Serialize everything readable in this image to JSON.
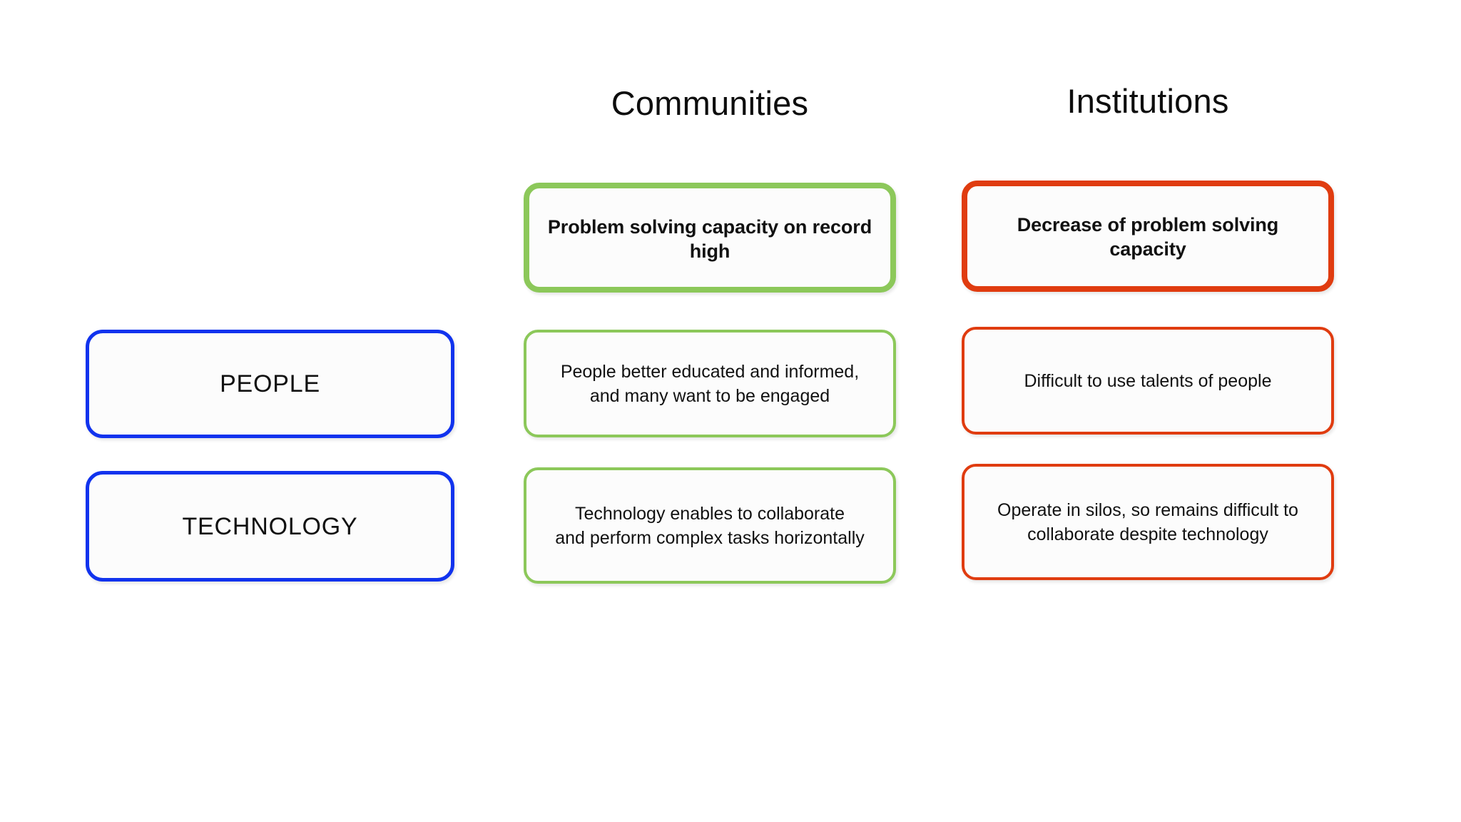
{
  "columns": {
    "labels": {
      "title": ""
    },
    "communities": {
      "title": "Communities",
      "accent": "#8cc85a"
    },
    "institutions": {
      "title": "Institutions",
      "accent": "#e03c10"
    }
  },
  "accents": {
    "blue": "#1133ee",
    "green": "#8cc85a",
    "red": "#e03c10",
    "text": "#111111",
    "card_fill": "#fcfcfc",
    "background": "#ffffff"
  },
  "row_labels": [
    {
      "label": "PEOPLE"
    },
    {
      "label": "TECHNOLOGY"
    }
  ],
  "cards": {
    "communities": {
      "summary": "Problem solving capacity on record high",
      "people": "People better educated and informed,\nand many want to be engaged",
      "technology": "Technology enables to collaborate\nand perform complex tasks horizontally"
    },
    "institutions": {
      "summary": "Decrease of problem solving capacity",
      "people": "Difficult to use talents of people",
      "technology": "Operate in silos, so remains difficult to\ncollaborate despite technology"
    }
  }
}
